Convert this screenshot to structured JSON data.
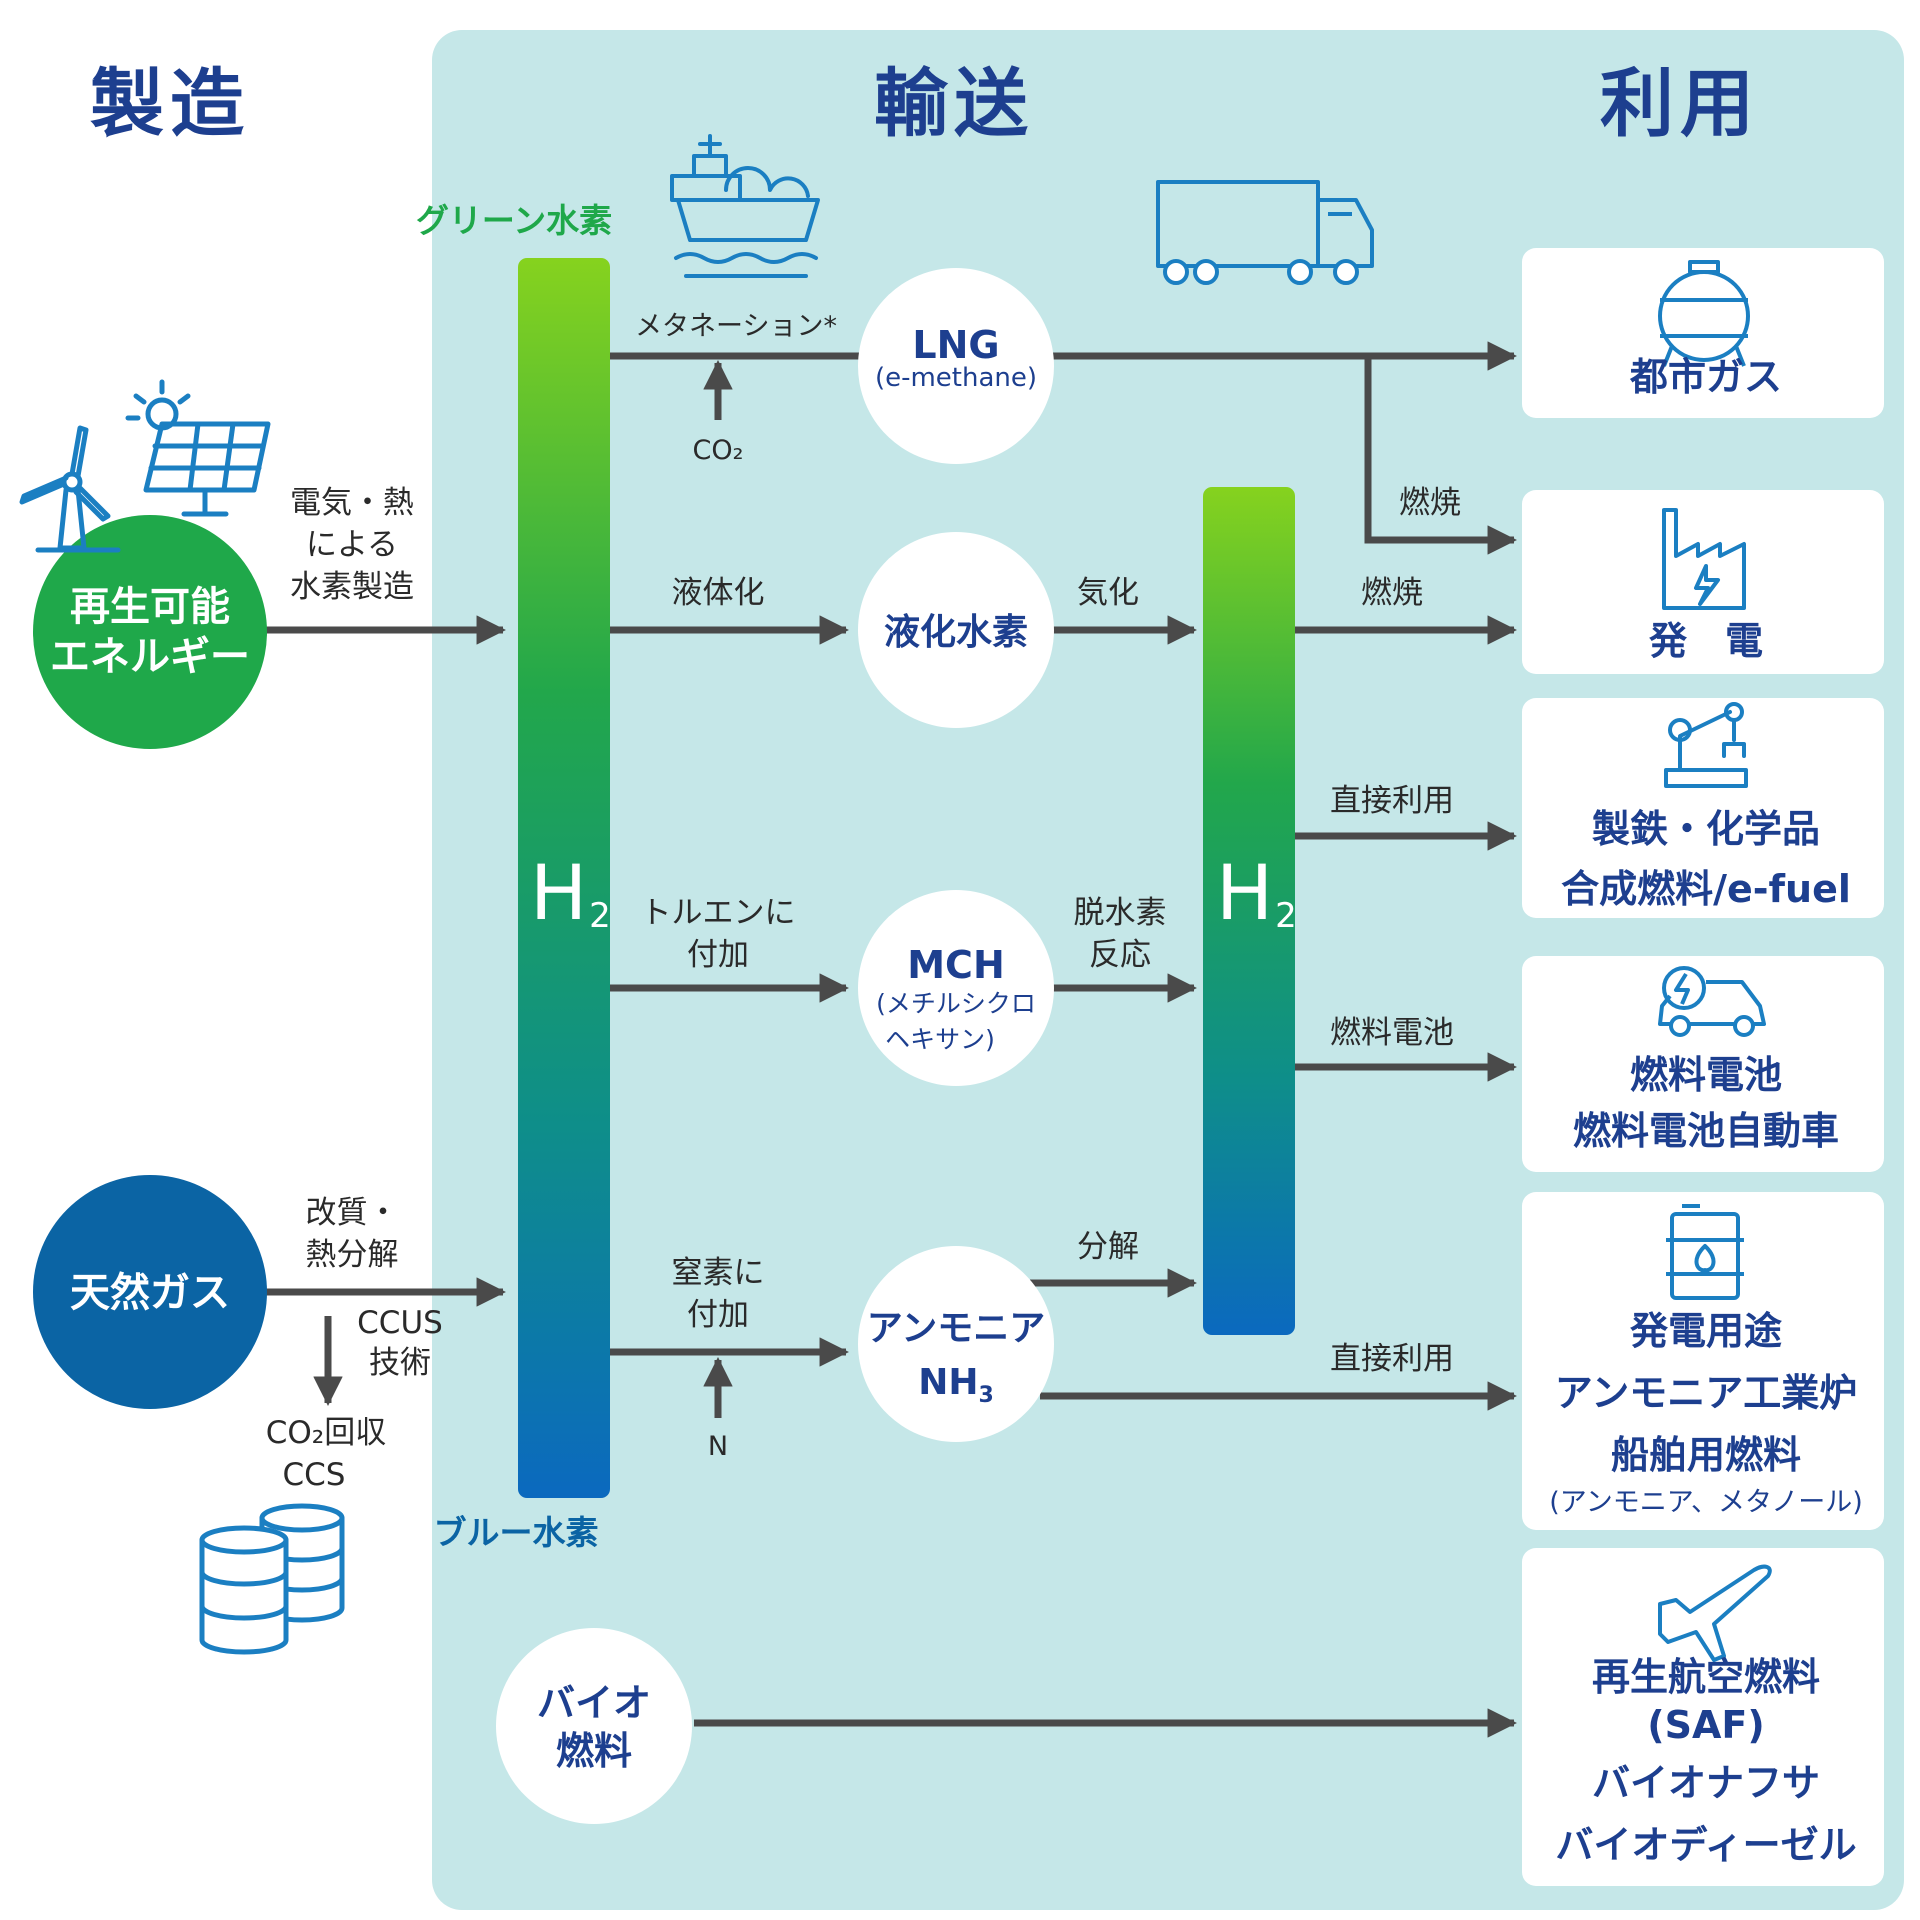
{
  "headers": {
    "production": "製造",
    "transport": "輸送",
    "utilization": "利用"
  },
  "hydrogen": {
    "green_label": "グリーン水素",
    "blue_label": "ブルー水素",
    "symbol": "H",
    "subscript": "2"
  },
  "sources": {
    "renewable": {
      "line1": "再生可能",
      "line2": "エネルギー",
      "process_lines": [
        "電気・熱",
        "による",
        "水素製造"
      ]
    },
    "natural_gas": {
      "name": "天然ガス",
      "process_lines": [
        "改質・",
        "熱分解"
      ],
      "ccus_lines": [
        "CCUS",
        "技術"
      ],
      "capture_lines": [
        "CO₂回収",
        "CCS"
      ]
    }
  },
  "carriers": {
    "lng": {
      "name": "LNG",
      "sub": "(e-methane)",
      "in_label": "メタネーション*",
      "input_label": "CO₂"
    },
    "liquid_h2": {
      "name": "液化水素",
      "in_label": "液体化",
      "out_label": "気化"
    },
    "mch": {
      "name": "MCH",
      "sub_lines": [
        "(メチルシクロ",
        "ヘキサン)"
      ],
      "in_label_lines": [
        "トルエンに",
        "付加"
      ],
      "out_label_lines": [
        "脱水素",
        "反応"
      ]
    },
    "ammonia": {
      "name": "アンモニア",
      "formula": "NH",
      "formula_sub": "3",
      "in_label_lines": [
        "窒素に",
        "付加"
      ],
      "input_label": "N",
      "out_label": "分解",
      "direct_label": "直接利用"
    },
    "bio": {
      "line1": "バイオ",
      "line2": "燃料"
    }
  },
  "flows": {
    "combustion_label": "燃焼",
    "combustion_label_2": "燃焼",
    "direct_use_label": "直接利用",
    "fuel_cell_label": "燃料電池"
  },
  "uses": [
    {
      "icon": "gas-tank-icon",
      "lines": [
        "都市ガス"
      ]
    },
    {
      "icon": "power-plant-icon",
      "lines": [
        "発　電"
      ]
    },
    {
      "icon": "robot-arm-icon",
      "lines": [
        "製鉄・化学品",
        "合成燃料/e-fuel"
      ]
    },
    {
      "icon": "ev-car-icon",
      "lines": [
        "燃料電池",
        "燃料電池自動車"
      ]
    },
    {
      "icon": "fuel-drum-icon",
      "lines": [
        "発電用途",
        "アンモニア工業炉",
        "船舶用燃料"
      ],
      "note": "(アンモニア、メタノール)"
    },
    {
      "icon": "airplane-icon",
      "lines": [
        "再生航空燃料",
        "(SAF)",
        "バイオナフサ",
        "バイオディーゼル"
      ]
    }
  ],
  "colors": {
    "panel": "#c5e7e8",
    "green": "#1fa84a",
    "blue": "#0b64a4",
    "navy": "#1d3f8f",
    "arrow": "#4a4a4a",
    "icon": "#1b7fc2"
  }
}
